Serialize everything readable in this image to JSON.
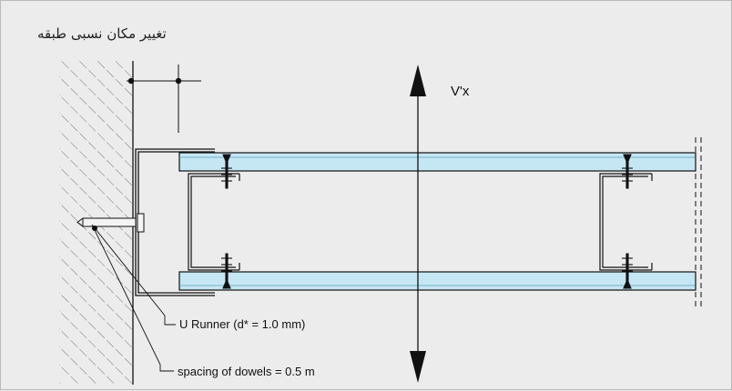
{
  "diagram": {
    "title": "تغییر مکان نسبی طبقه",
    "displacement_label": "V'x",
    "callouts": {
      "u_runner": "U Runner (d* = 1.0 mm)",
      "dowel_spacing": "spacing of dowels = 0.5 m"
    },
    "colors": {
      "background": "#ececec",
      "board_fill": "#c5e7f3",
      "line": "#111111"
    }
  }
}
